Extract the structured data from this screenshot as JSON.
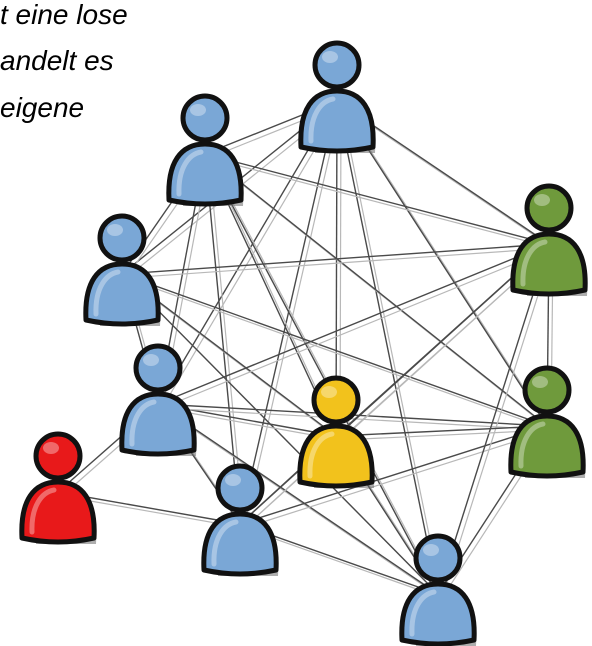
{
  "caption": {
    "line1": "t eine lose",
    "line2": "andelt es",
    "line3": "eigene"
  },
  "colors": {
    "blue": "#7aa7d6",
    "green": "#6f9a3c",
    "yellow": "#f2c21c",
    "red": "#e8191a",
    "outline": "#111111",
    "edge": "#4a4a4a"
  },
  "network": {
    "people": [
      {
        "id": "p1",
        "color": "blue"
      },
      {
        "id": "p2",
        "color": "blue"
      },
      {
        "id": "p3",
        "color": "blue"
      },
      {
        "id": "p4",
        "color": "blue"
      },
      {
        "id": "p5",
        "color": "red"
      },
      {
        "id": "p6",
        "color": "blue"
      },
      {
        "id": "p7",
        "color": "blue"
      },
      {
        "id": "p8",
        "color": "yellow"
      },
      {
        "id": "p9",
        "color": "green"
      },
      {
        "id": "p10",
        "color": "green"
      }
    ]
  }
}
